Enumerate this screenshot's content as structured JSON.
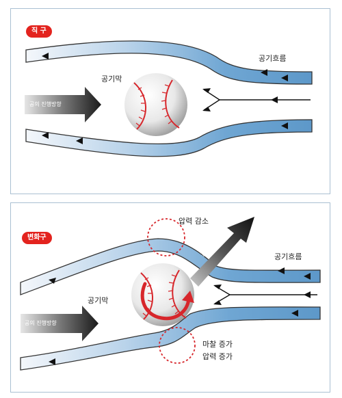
{
  "top_panel": {
    "badge": "직 구",
    "air_flow_label": "공기흐름",
    "air_film_label": "공기막",
    "ball_direction_label": "공의 진행방향"
  },
  "bottom_panel": {
    "badge": "변화구",
    "pressure_decrease_label": "압력 감소",
    "ball_direction_up_label": "공의 진행방향",
    "air_flow_label": "공기흐름",
    "air_film_label": "공기막",
    "ball_direction_label": "공의 진행방향",
    "friction_increase_label": "마찰 증가",
    "pressure_increase_label": "압력 증가"
  },
  "colors": {
    "badge": "#e3231e",
    "air_stream": "#6fa6d3",
    "air_stream_light": "#eef3f8",
    "stream_outline": "#333333",
    "panel_border": "#a9bfd2",
    "dashed_circle": "#d7262b",
    "spin_arrow": "#d7262b"
  }
}
